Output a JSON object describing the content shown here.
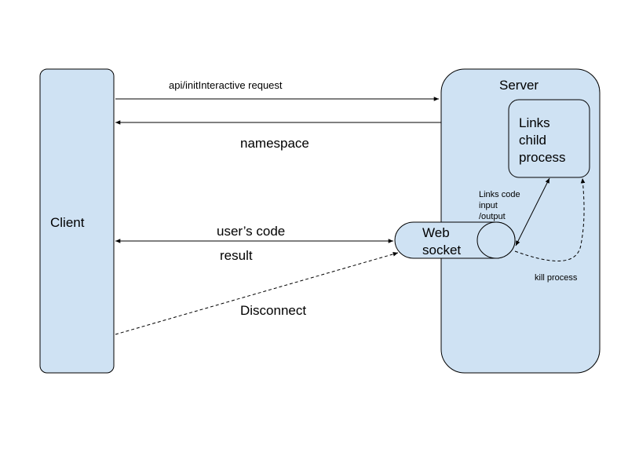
{
  "colors": {
    "node_fill": "#cfe2f3",
    "line": "#000000"
  },
  "nodes": {
    "client": {
      "label": "Client"
    },
    "server": {
      "label": "Server"
    },
    "links_process": {
      "lines": [
        "Links",
        "child",
        "process"
      ]
    },
    "web_socket": {
      "lines": [
        "Web",
        "socket"
      ]
    }
  },
  "edges": {
    "init_request": {
      "label": "api/initInteractive request"
    },
    "namespace": {
      "label": "namespace"
    },
    "users_code": {
      "label": "user’s code"
    },
    "result": {
      "label": "result"
    },
    "disconnect": {
      "label": "Disconnect"
    },
    "links_io": {
      "lines": [
        "Links code",
        "input",
        "/output"
      ]
    },
    "kill_process": {
      "label": "kill process"
    }
  }
}
